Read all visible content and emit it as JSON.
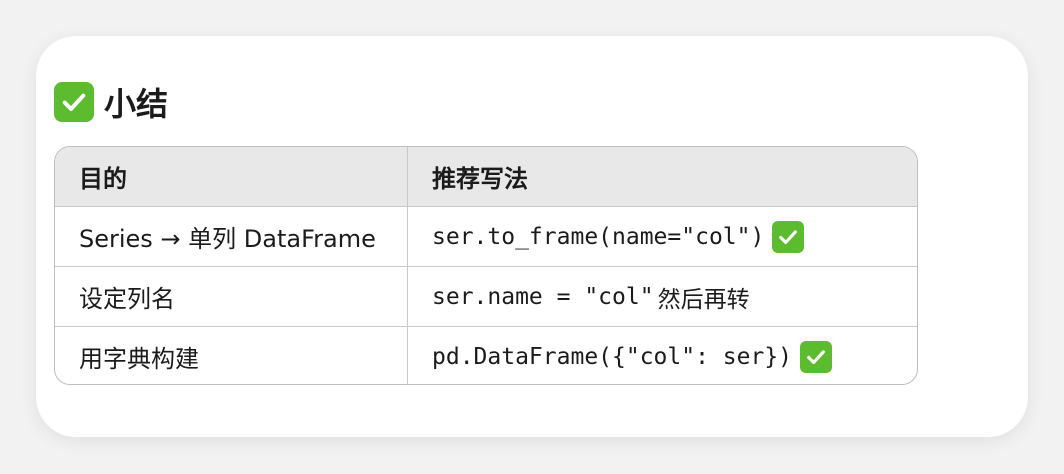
{
  "heading": {
    "icon": "check-mark-button-icon",
    "title": "小结"
  },
  "colors": {
    "check_green": "#5dbb2f",
    "header_bg": "#e8e8e8",
    "border": "#bdbdbd"
  },
  "table": {
    "headers": [
      "目的",
      "推荐写法"
    ],
    "rows": [
      {
        "purpose": "Series → 单列 DataFrame",
        "code": "ser.to_frame(name=\"col\")",
        "suffix": "",
        "check": true
      },
      {
        "purpose": "设定列名",
        "code": "ser.name = \"col\"",
        "suffix": "然后再转",
        "check": false
      },
      {
        "purpose": "用字典构建",
        "code": "pd.DataFrame({\"col\": ser})",
        "suffix": "",
        "check": true
      }
    ]
  }
}
